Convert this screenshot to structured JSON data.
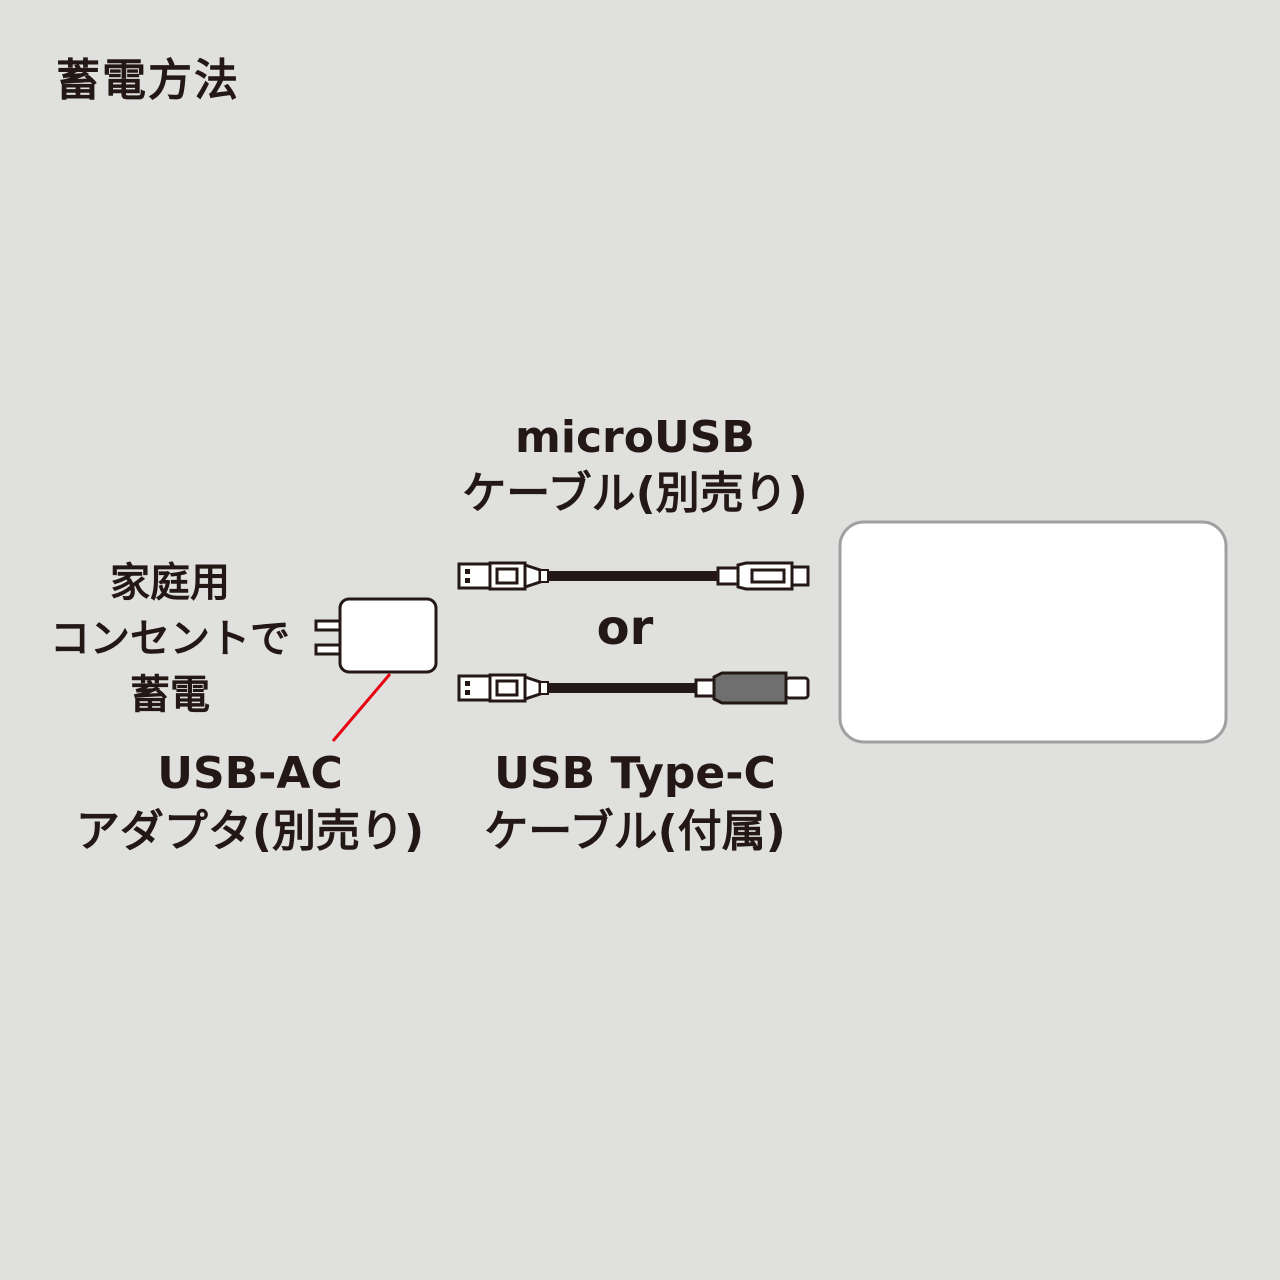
{
  "title": "蓄電方法",
  "outlet": {
    "lines": [
      "家庭用",
      "コンセントで",
      "蓄電"
    ]
  },
  "adapter": {
    "lines": [
      "USB-AC",
      "アダプタ(別売り)"
    ],
    "pointer_color": "#e60012"
  },
  "micro_cable": {
    "lines": [
      "microUSB",
      "ケーブル(別売り)"
    ]
  },
  "separator": "or",
  "typec_cable": {
    "lines": [
      "USB Type-C",
      "ケーブル(付属)"
    ]
  },
  "colors": {
    "background": "#e0e1df",
    "outline": "#9fa0a0",
    "line": "#231815",
    "device_fill": "#ffffff"
  }
}
